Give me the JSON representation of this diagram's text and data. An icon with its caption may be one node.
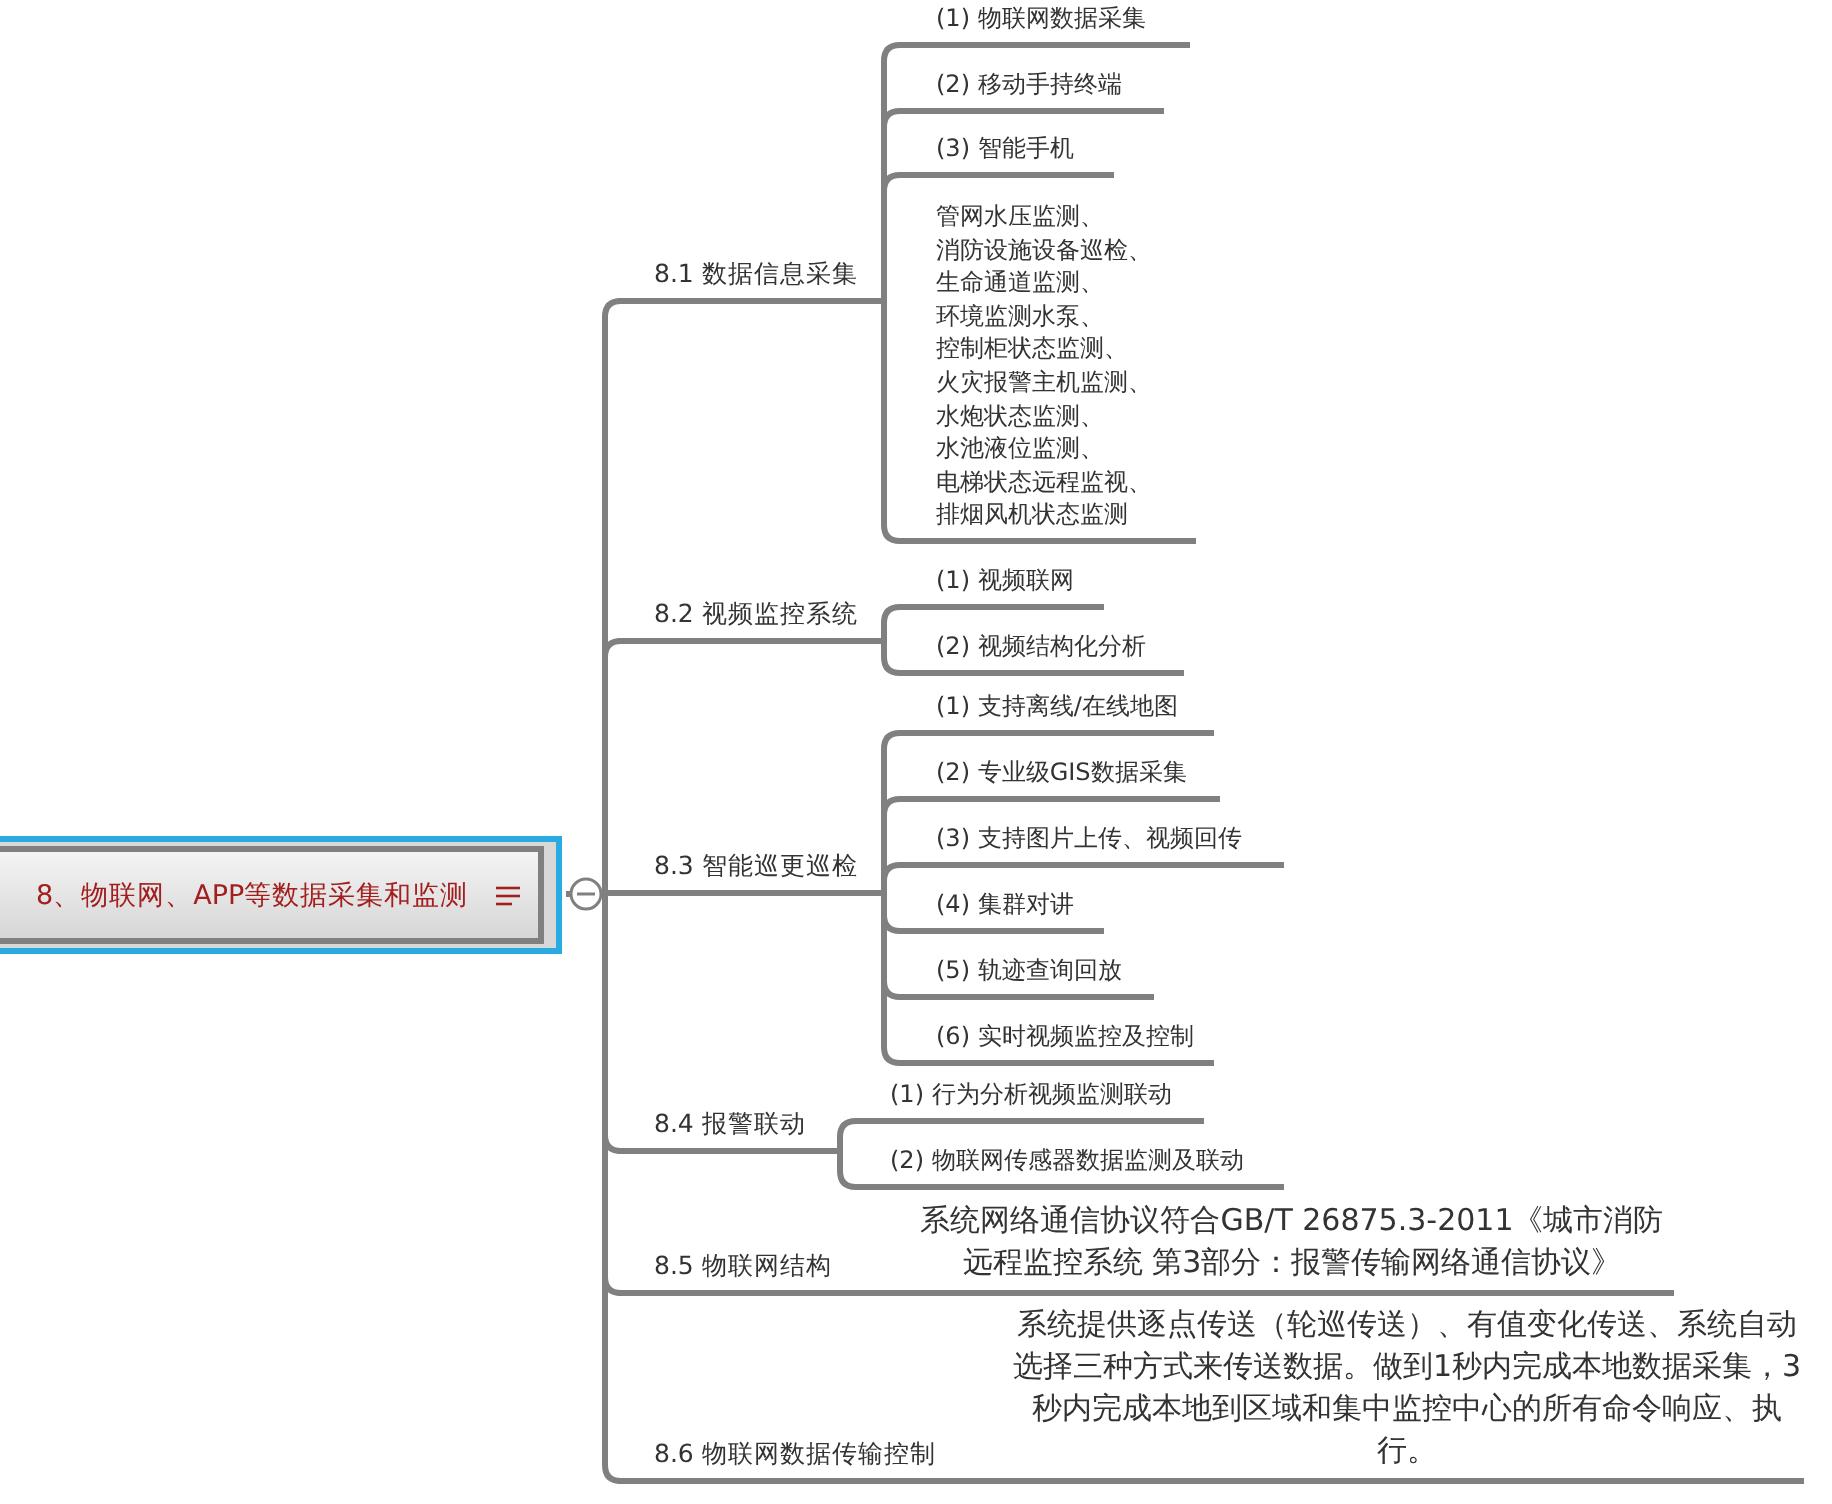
{
  "diagram": {
    "nodes": [
      {
        "text": [
          "8、物联网、APP等数据采集和监测"
        ]
      },
      {
        "text": [
          "8.1 数据信息采集"
        ]
      },
      {
        "text": [
          "(1)  物联网数据采集"
        ]
      },
      {
        "text": [
          "(2)  移动手持终端"
        ]
      },
      {
        "text": [
          "(3)  智能手机"
        ]
      },
      {
        "text": [
          "管网水压监测、消防设施设备巡检、生命通道监测、环境监测水泵、控制柜状态监测、火灾报警主机监测、水炮状态监测、水池液位监测、电梯状态远程监视、排烟风机状态监测"
        ]
      },
      {
        "text": [
          "8.2 视频监控系统"
        ]
      },
      {
        "text": [
          "(1)  视频联网"
        ]
      },
      {
        "text": [
          "(2)  视频结构化分析"
        ]
      },
      {
        "text": [
          "8.3 智能巡更巡检"
        ]
      },
      {
        "text": [
          "(1)  支持离线/在线地图"
        ]
      },
      {
        "text": [
          "(2)  专业级GIS数据采集"
        ]
      },
      {
        "text": [
          "(3)  支持图片上传、视频回传"
        ]
      },
      {
        "text": [
          "(4)  集群对讲"
        ]
      },
      {
        "text": [
          "(5)  轨迹查询回放"
        ]
      },
      {
        "text": [
          "(6)  实时视频监控及控制"
        ]
      },
      {
        "text": [
          "8.4 报警联动"
        ]
      },
      {
        "text": [
          "(1)  行为分析视频监测联动"
        ]
      },
      {
        "text": [
          "(2)  物联网传感器数据监测及联动"
        ]
      },
      {
        "text": [
          "8.5 物联网结构"
        ]
      },
      {
        "text": [
          "系统网络通信协议符合GB/T 26875.3-2011《城市消防远程监控系统 第3部分：报警传输网络通信协议》"
        ]
      },
      {
        "text": [
          "8.6 物联网数据传输控制"
        ]
      },
      {
        "text": [
          "系统提供逐点传送（轮巡传送）、有值变化传送、系统自动选择三种方式来传送数据。做到1秒内完成本地数据采集，3秒内完成本地到区域和集中监控中心的所有命令响应、执行。"
        ]
      }
    ],
    "edges": [
      {
        "from": 0,
        "to": 1,
        "arrow": "none"
      },
      {
        "from": 1,
        "to": 2,
        "arrow": "none"
      },
      {
        "from": 1,
        "to": 3,
        "arrow": "none"
      },
      {
        "from": 1,
        "to": 4,
        "arrow": "none"
      },
      {
        "from": 1,
        "to": 5,
        "arrow": "none"
      },
      {
        "from": 0,
        "to": 6,
        "arrow": "none"
      },
      {
        "from": 6,
        "to": 7,
        "arrow": "none"
      },
      {
        "from": 6,
        "to": 8,
        "arrow": "none"
      },
      {
        "from": 0,
        "to": 9,
        "arrow": "none"
      },
      {
        "from": 9,
        "to": 10,
        "arrow": "none"
      },
      {
        "from": 9,
        "to": 11,
        "arrow": "none"
      },
      {
        "from": 9,
        "to": 12,
        "arrow": "none"
      },
      {
        "from": 9,
        "to": 13,
        "arrow": "none"
      },
      {
        "from": 9,
        "to": 14,
        "arrow": "none"
      },
      {
        "from": 9,
        "to": 15,
        "arrow": "none"
      },
      {
        "from": 0,
        "to": 16,
        "arrow": "none"
      },
      {
        "from": 16,
        "to": 17,
        "arrow": "none"
      },
      {
        "from": 16,
        "to": 18,
        "arrow": "none"
      },
      {
        "from": 0,
        "to": 19,
        "arrow": "none"
      },
      {
        "from": 19,
        "to": 20,
        "arrow": "none"
      },
      {
        "from": 0,
        "to": 21,
        "arrow": "none"
      },
      {
        "from": 21,
        "to": 22,
        "arrow": "none"
      }
    ]
  }
}
